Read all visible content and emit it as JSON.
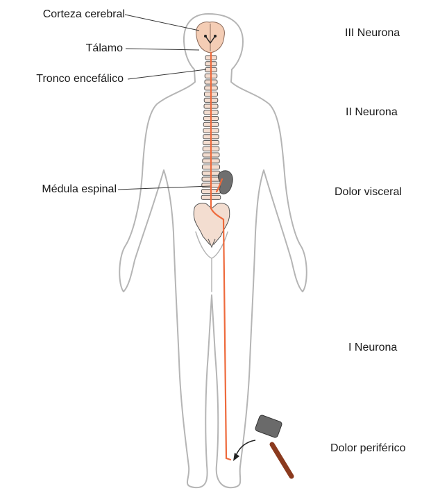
{
  "labels_left": {
    "cortex": "Corteza cerebral",
    "thalamus": "Tálamo",
    "brainstem": "Tronco encefálico",
    "spinal_cord": "Médula espinal"
  },
  "labels_right": {
    "third_neuron": "III Neurona",
    "second_neuron": "II Neurona",
    "visceral_pain": "Dolor visceral",
    "first_neuron": "I Neurona",
    "peripheral_pain": "Dolor periférico"
  },
  "colors": {
    "outline": "#b5b5b5",
    "brain": "#f4cdb5",
    "bone": "#f3ddd0",
    "nerve": "#ee6a3c",
    "kidney": "#6f6f6f",
    "leader": "#333333"
  },
  "icons": {
    "stimulus": "hammer-icon",
    "organ": "kidney-icon"
  }
}
